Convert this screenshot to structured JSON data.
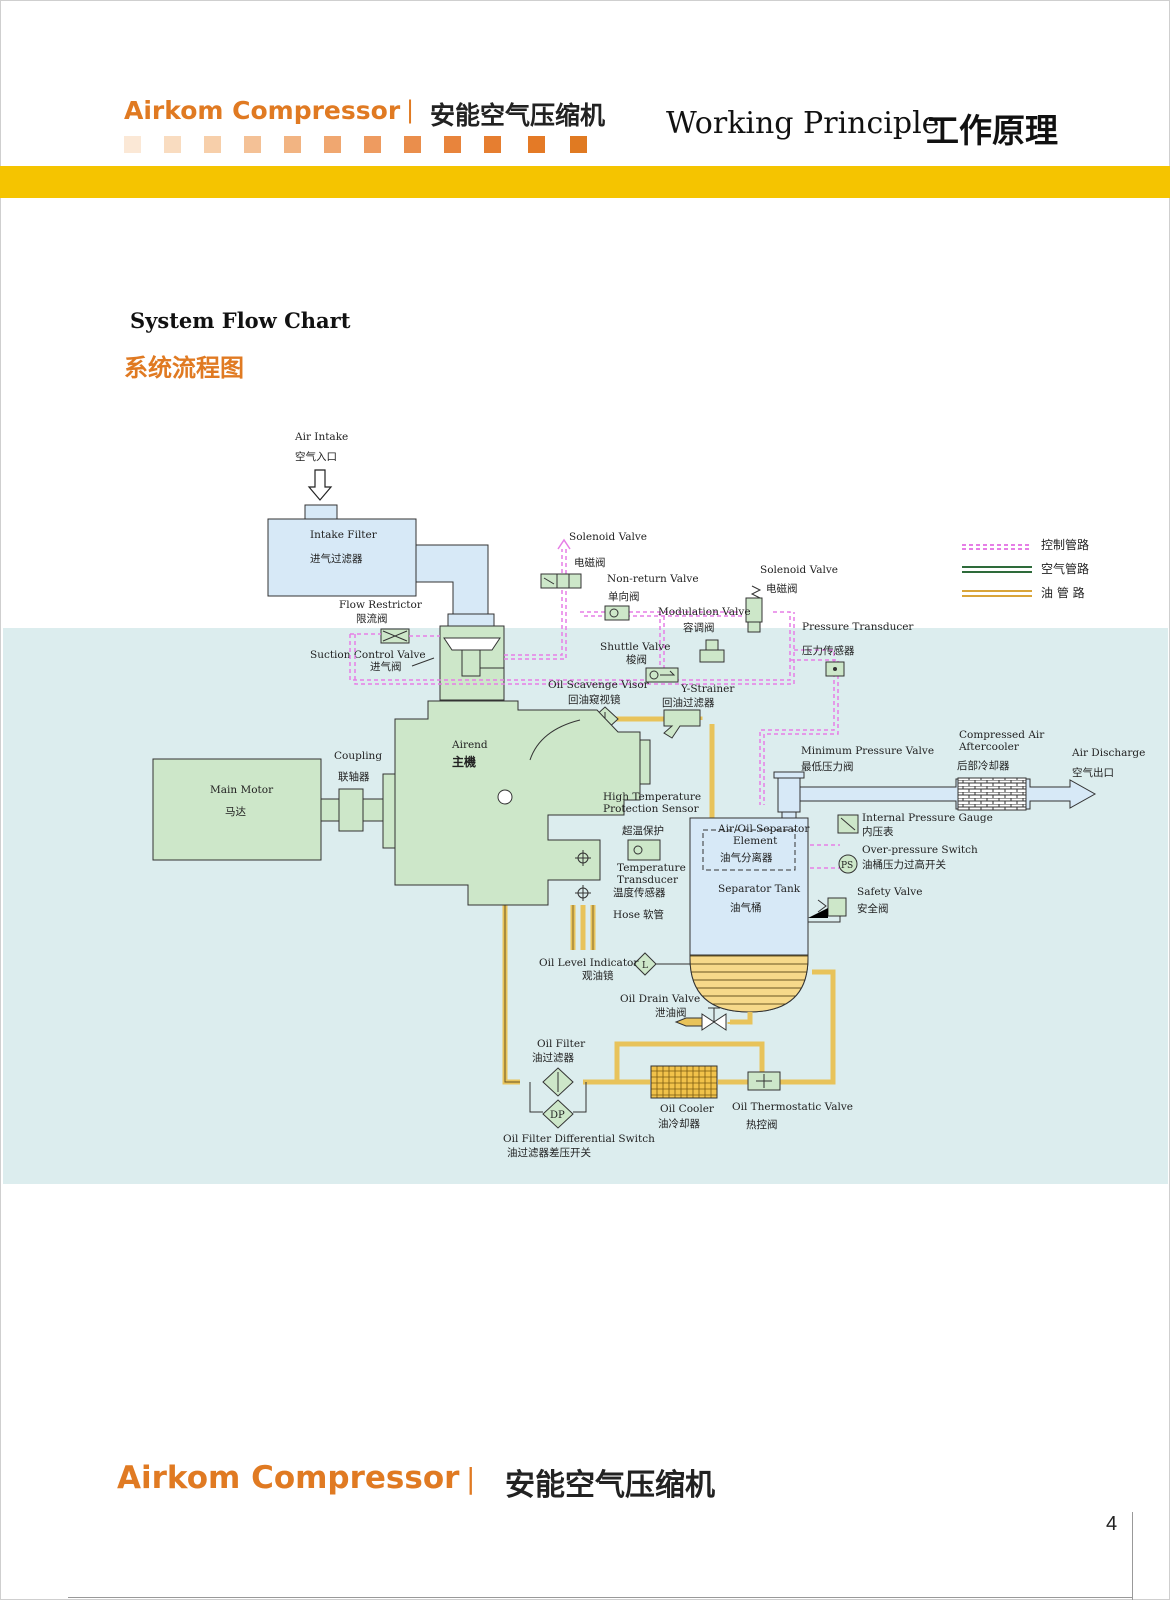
{
  "header": {
    "brand_en": "Airkom Compressor",
    "separator": "|",
    "brand_cn": "安能空气压缩机",
    "title_en": "Working Principle",
    "title_cn": "工作原理",
    "colors": {
      "accent": "#e07a22",
      "band": "#f5c400",
      "panel": "#dcedee"
    }
  },
  "section": {
    "title_en": "System Flow Chart",
    "title_cn": "系统流程图"
  },
  "legend": [
    {
      "label": "控制管路",
      "color": "#e67ee6"
    },
    {
      "label": "空气管路",
      "color": "#2e6b3a"
    },
    {
      "label": "油 管 路",
      "color": "#d9a53a"
    }
  ],
  "diagram": {
    "air_intake": {
      "en": "Air Intake",
      "cn": "空气入口"
    },
    "intake_filter": {
      "en": "Intake Filter",
      "cn": "进气过滤器"
    },
    "flow_restrictor": {
      "en": "Flow Restrictor",
      "cn": "限流阀"
    },
    "suction_control_valve": {
      "en": "Suction Control Valve",
      "cn": "进气阀"
    },
    "solenoid_valve_1": {
      "en": "Solenoid Valve",
      "cn": "电磁阀"
    },
    "non_return_valve": {
      "en": "Non-return Valve",
      "cn": "单向阀"
    },
    "solenoid_valve_2": {
      "en": "Solenoid Valve",
      "cn": "电磁阀"
    },
    "modulation_valve": {
      "en": "Modulation Valve",
      "cn": "容调阀"
    },
    "pressure_transducer": {
      "en": "Pressure Transducer",
      "cn": "压力传感器"
    },
    "shuttle_valve": {
      "en": "Shuttle Valve",
      "cn": "梭阀"
    },
    "oil_scavenge_visor": {
      "en": "Oil Scavenge Visor",
      "cn": "回油窥视镜"
    },
    "y_strainer": {
      "en": "Y-Strainer",
      "cn": "回油过滤器"
    },
    "airend": {
      "en": "Airend",
      "cn": "主機"
    },
    "coupling": {
      "en": "Coupling",
      "cn": "联轴器"
    },
    "main_motor": {
      "en": "Main Motor",
      "cn": "马达"
    },
    "minimum_pressure_valve": {
      "en": "Minimum Pressure Valve",
      "cn": "最低压力阀"
    },
    "aftercooler": {
      "en1": "Compressed Air",
      "en2": "Aftercooler",
      "cn": "后部冷却器"
    },
    "air_discharge": {
      "en": "Air Discharge",
      "cn": "空气出口"
    },
    "high_temp_sensor": {
      "en1": "High Temperature",
      "en2": "Protection Sensor",
      "cn": "超温保护"
    },
    "separator_element": {
      "en1": "Air/Oil Separator",
      "en2": "Element",
      "cn": "油气分离器"
    },
    "separator_tank": {
      "en": "Separator Tank",
      "cn": "油气桶"
    },
    "internal_pressure_gauge": {
      "en": "Internal Pressure Gauge",
      "cn": "内压表"
    },
    "over_pressure_switch": {
      "en": "Over-pressure Switch",
      "cn": "油桶压力过高开关",
      "symbol": "PS"
    },
    "safety_valve": {
      "en": "Safety Valve",
      "cn": "安全阀"
    },
    "temperature_transducer": {
      "en1": "Temperature",
      "en2": "Transducer",
      "cn": "温度传感器"
    },
    "hose": {
      "en": "Hose",
      "cn": "软管"
    },
    "oil_level_indicator": {
      "en": "Oil Level Indicator",
      "cn": "观油镜",
      "symbol": "L"
    },
    "oil_drain_valve": {
      "en": "Oil Drain Valve",
      "cn": "泄油阀"
    },
    "oil_filter": {
      "en": "Oil Filter",
      "cn": "油过滤器"
    },
    "oil_cooler": {
      "en": "Oil Cooler",
      "cn": "油冷却器"
    },
    "oil_thermostatic_valve": {
      "en": "Oil Thermostatic Valve",
      "cn": "热控阀"
    },
    "oil_filter_diff_switch": {
      "en": "Oil Filter Differential Switch",
      "cn": "油过滤器差压开关",
      "symbol": "DP"
    }
  },
  "footer": {
    "brand_en": "Airkom Compressor",
    "separator": "|",
    "brand_cn": "安能空气压缩机",
    "page_number": "4"
  }
}
